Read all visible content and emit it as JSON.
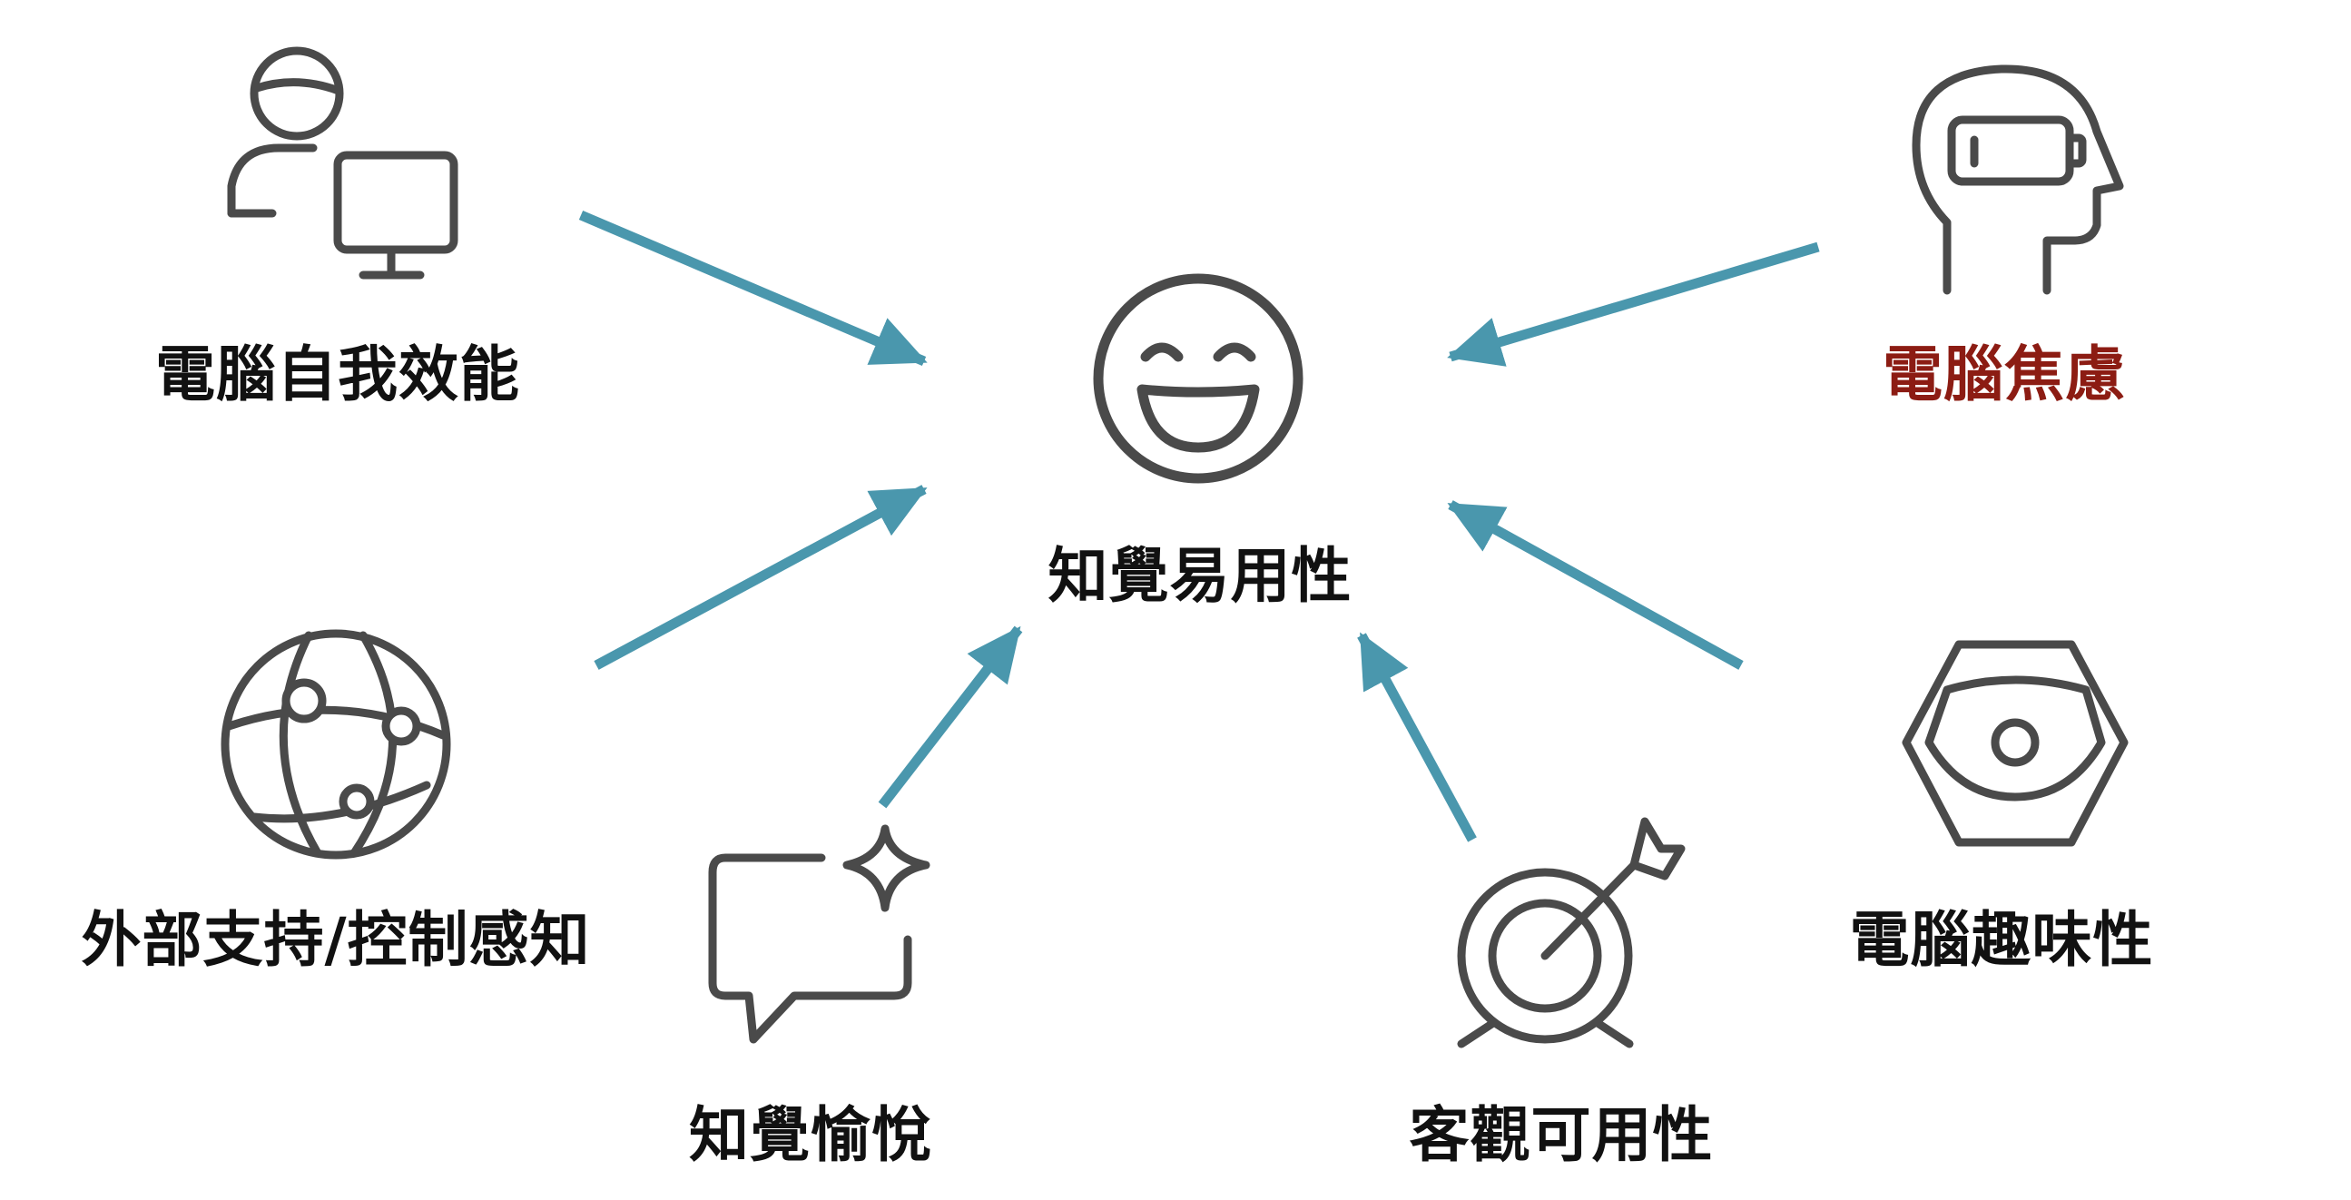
{
  "diagram": {
    "center": {
      "id": "perceived-ease-of-use",
      "label": "知覺易用性"
    },
    "nodes": [
      {
        "id": "computer-self-efficacy",
        "label": "電腦自我效能",
        "icon": "user-computer-icon"
      },
      {
        "id": "computer-anxiety",
        "label": "電腦焦慮",
        "icon": "head-battery-icon",
        "highlighted": true
      },
      {
        "id": "perception-of-external-control",
        "label": "外部支持/控制感知",
        "icon": "network-globe-icon"
      },
      {
        "id": "perceived-enjoyment",
        "label": "知覺愉悅",
        "icon": "chat-sparkle-icon"
      },
      {
        "id": "objective-usability",
        "label": "客觀可用性",
        "icon": "target-arrow-icon"
      },
      {
        "id": "computer-playfulness",
        "label": "電腦趣味性",
        "icon": "hexagon-nut-icon"
      }
    ],
    "edges": [
      {
        "from": "computer-self-efficacy",
        "to": "perceived-ease-of-use"
      },
      {
        "from": "computer-anxiety",
        "to": "perceived-ease-of-use"
      },
      {
        "from": "perception-of-external-control",
        "to": "perceived-ease-of-use"
      },
      {
        "from": "perceived-enjoyment",
        "to": "perceived-ease-of-use"
      },
      {
        "from": "objective-usability",
        "to": "perceived-ease-of-use"
      },
      {
        "from": "computer-playfulness",
        "to": "perceived-ease-of-use"
      }
    ]
  },
  "colors": {
    "arrow": "#4a97ad",
    "icon_stroke": "#4a4a4a",
    "label": "#111111",
    "highlight_label": "#8c1c13"
  }
}
